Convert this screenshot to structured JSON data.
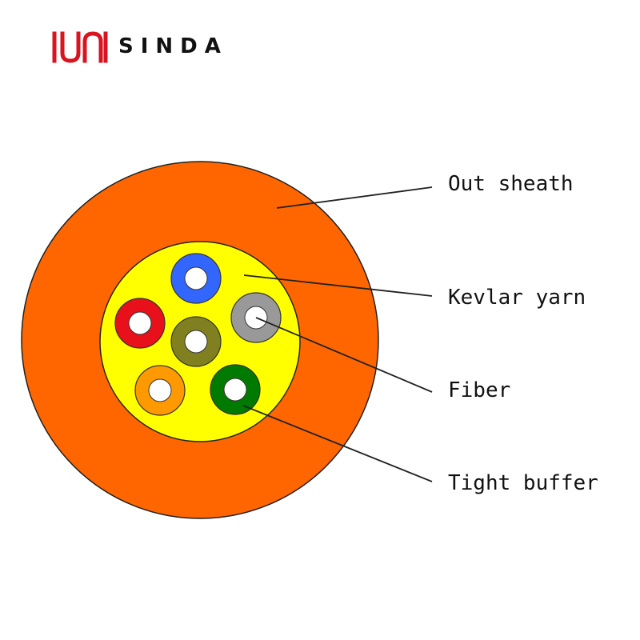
{
  "brand": {
    "name": "SINDA",
    "color": "#d7141f"
  },
  "diagram": {
    "labels": {
      "out_sheath": "Out sheath",
      "kevlar_yarn": "Kevlar yarn",
      "fiber": "Fiber",
      "tight_buffer": "Tight buffer"
    },
    "colors": {
      "out_sheath": "#ff6600",
      "kevlar_yarn": "#ffff00",
      "fiber_core": "#ffffff"
    },
    "tight_buffers": [
      {
        "color": "#3366ff"
      },
      {
        "color": "#e8101a"
      },
      {
        "color": "#999999"
      },
      {
        "color": "#808020"
      },
      {
        "color": "#ff9900"
      },
      {
        "color": "#007a00"
      }
    ]
  }
}
